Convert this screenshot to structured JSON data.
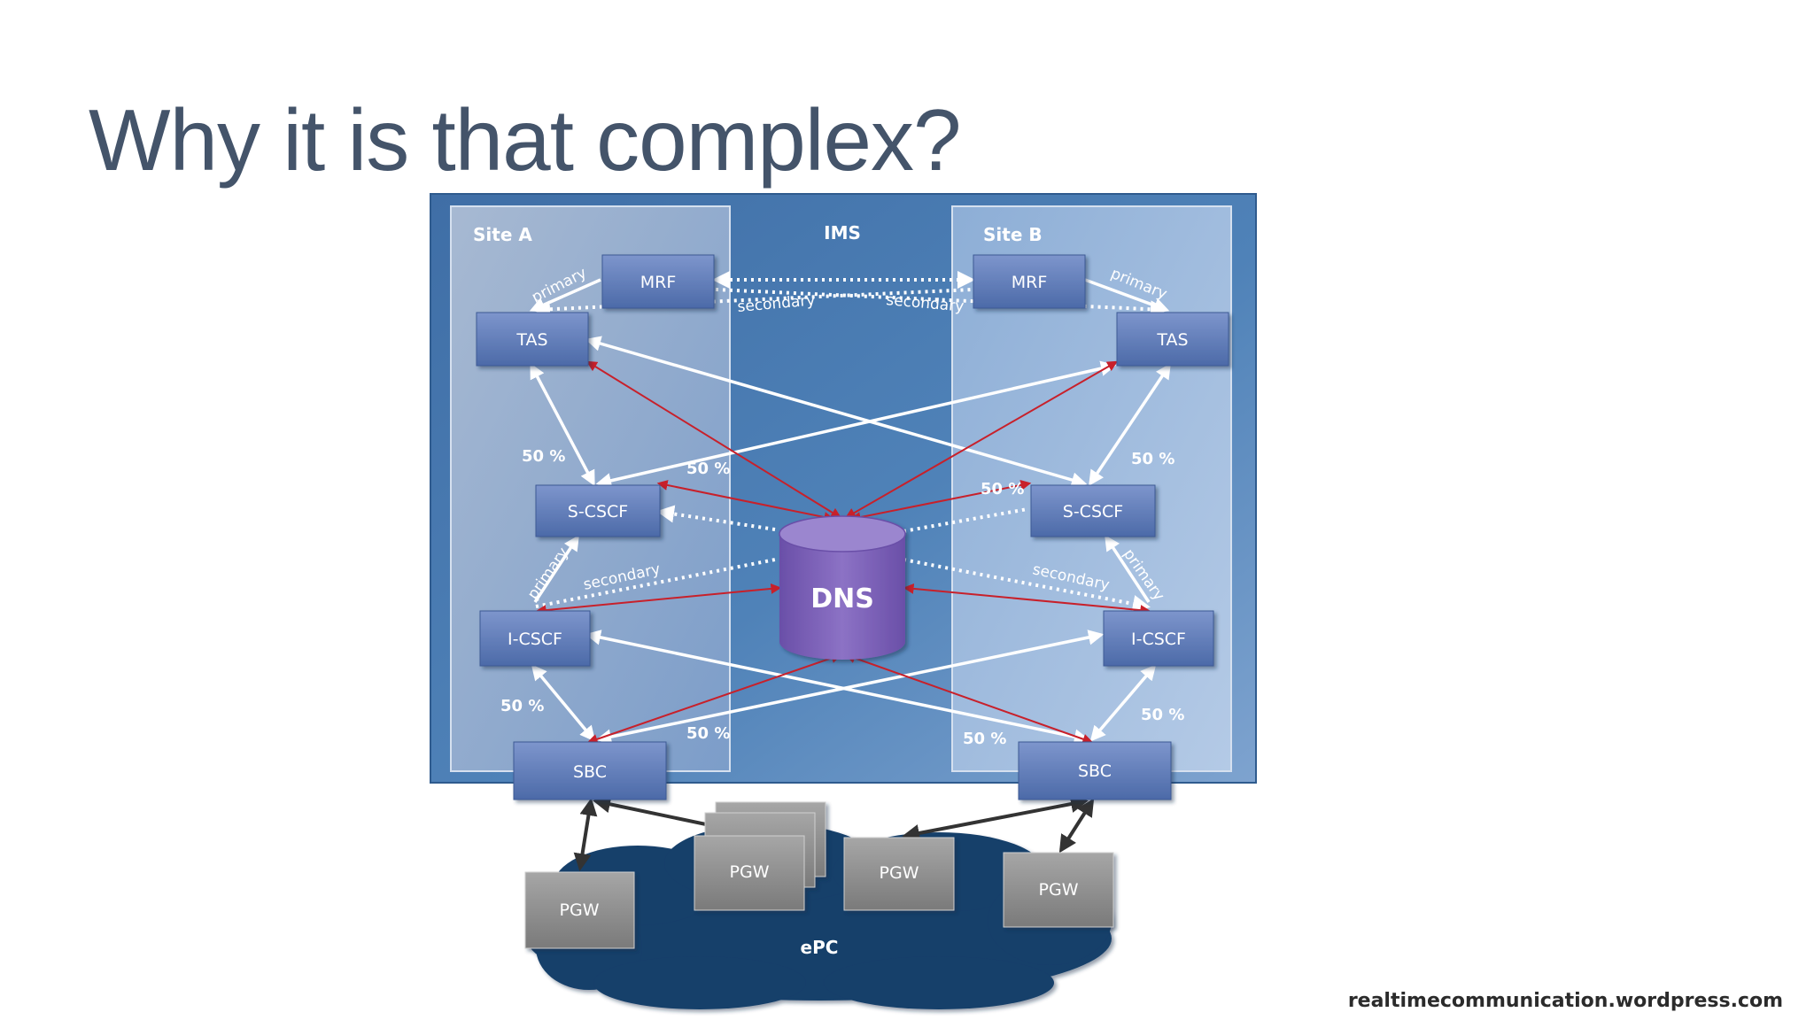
{
  "slide": {
    "title": "Why it is that complex?",
    "credit": "realtimecommunication.wordpress.com"
  },
  "diagram": {
    "ims_label": "IMS",
    "site_a_label": "Site A",
    "site_b_label": "Site B",
    "epc_label": "ePC",
    "dns_label": "DNS",
    "nodes": {
      "mrf_a": "MRF",
      "mrf_b": "MRF",
      "tas_a": "TAS",
      "tas_b": "TAS",
      "scscf_a": "S-CSCF",
      "scscf_b": "S-CSCF",
      "icscf_a": "I-CSCF",
      "icscf_b": "I-CSCF",
      "sbc_a": "SBC",
      "sbc_b": "SBC",
      "pgw_1": "PGW",
      "pgw_2": "PGW",
      "pgw_3": "PGW",
      "pgw_4": "PGW"
    },
    "edge_labels": {
      "primary_a_top": "primary",
      "primary_b_top": "primary",
      "secondary_a_top": "secondary",
      "secondary_b_top": "secondary",
      "primary_a_mid": "primary",
      "primary_b_mid": "primary",
      "secondary_a_mid": "secondary",
      "secondary_b_mid": "secondary",
      "pct_a_tas_local": "50 %",
      "pct_a_tas_cross": "50 %",
      "pct_b_tas_local": "50 %",
      "pct_b_tas_cross": "50 %",
      "pct_a_sbc_local": "50 %",
      "pct_a_sbc_cross": "50 %",
      "pct_b_sbc_local": "50 %",
      "pct_b_sbc_cross": "50 %"
    },
    "colors": {
      "ims_background": "#4f82b8",
      "site_panel": "#9fb8d8",
      "node_fill": "#5c79b6",
      "dns_fill": "#7b62b5",
      "pgw_fill": "#8e8e8e",
      "epc_cloud": "#173f6b",
      "white_link": "#ffffff",
      "red_link": "#c8202a",
      "pgw_link": "#333333"
    }
  }
}
